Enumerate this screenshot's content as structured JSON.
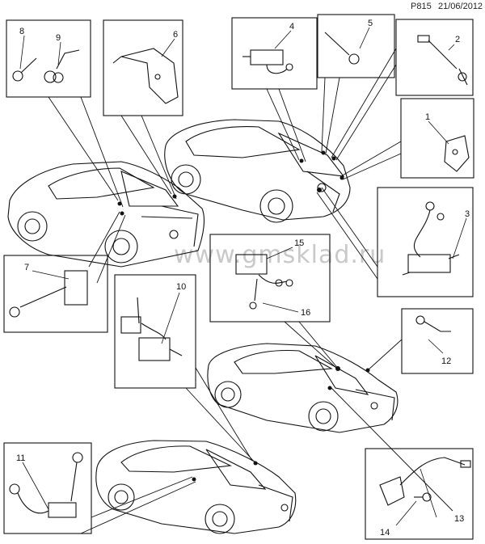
{
  "header": {
    "code": "P815",
    "date": "21/06/2012"
  },
  "watermark": "www.gmsklad.ru",
  "callouts": [
    "1",
    "2",
    "3",
    "4",
    "5",
    "6",
    "7",
    "8",
    "9",
    "10",
    "11",
    "12",
    "13",
    "14",
    "15",
    "16"
  ],
  "colors": {
    "line": "#111111",
    "watermark": "#c9c9c9"
  }
}
